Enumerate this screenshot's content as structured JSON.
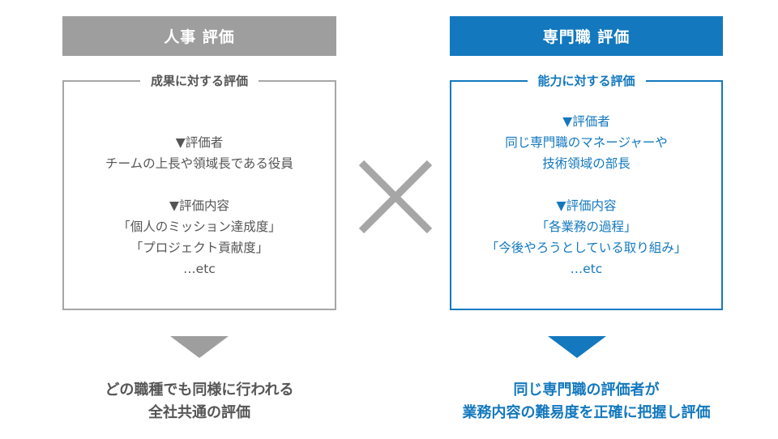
{
  "left": {
    "header": "人事 評価",
    "box_title": "成果に対する評価",
    "content": {
      "evaluator_heading": "▼評価者",
      "evaluator_lines": [
        "チームの上長や領域長である役員"
      ],
      "criteria_heading": "▼評価内容",
      "criteria_lines": [
        "「個人のミッション達成度」",
        "「プロジェクト貢献度」",
        "…etc"
      ]
    },
    "conclusion_lines": [
      "どの職種でも同様に行われる",
      "全社共通の評価"
    ]
  },
  "right": {
    "header": "専門職 評価",
    "box_title": "能力に対する評価",
    "content": {
      "evaluator_heading": "▼評価者",
      "evaluator_lines": [
        "同じ専門職のマネージャーや",
        "技術領域の部長"
      ],
      "criteria_heading": "▼評価内容",
      "criteria_lines": [
        "「各業務の過程」",
        "「今後やろうとしている取り組み」",
        "…etc"
      ]
    },
    "conclusion_lines": [
      "同じ専門職の評価者が",
      "業務内容の難易度を正確に把握し評価"
    ]
  },
  "colors": {
    "gray": "#9e9e9e",
    "blue": "#1378be",
    "text_gray": "#555555",
    "cross": "#a6a6a6"
  },
  "icons": {
    "cross": "multiply-cross-icon",
    "arrow": "down-triangle-arrow-icon"
  }
}
